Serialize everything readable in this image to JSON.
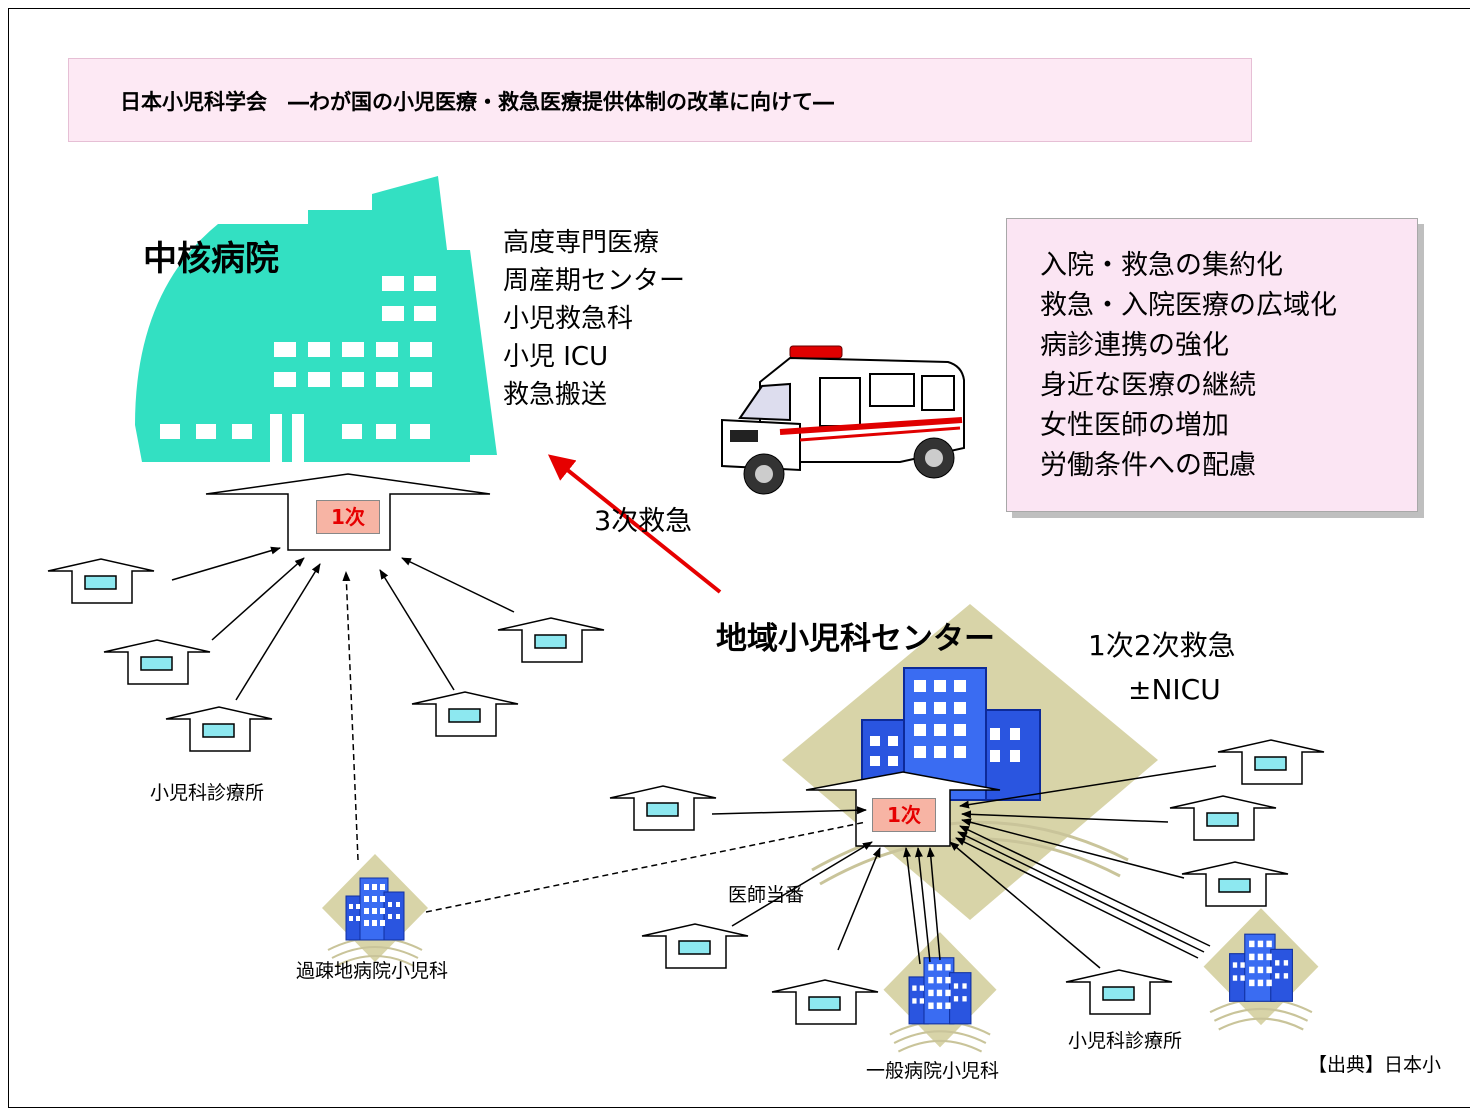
{
  "title": "日本小児科学会　―わが国の小児医療・救急医療提供体制の改革に向けて―",
  "hub_hospital": {
    "name": "中核病院",
    "services": [
      "高度専門医療",
      "周産期センター",
      "小児救急科",
      "小児 ICU",
      "救急搬送"
    ],
    "primary_badge": "1次"
  },
  "policy_box": {
    "items": [
      "入院・救急の集約化",
      "救急・入院医療の広域化",
      "病診連携の強化",
      "身近な医療の継続",
      "女性医師の増加",
      "労働条件への配慮"
    ]
  },
  "tertiary_label": "3次救急",
  "regional_center": {
    "name": "地域小児科センター",
    "services": [
      "1次2次救急",
      "±NICU"
    ],
    "primary_badge": "1次"
  },
  "labels": {
    "clinic_left": "小児科診療所",
    "rural_hospital": "過疎地病院小児科",
    "doctor_duty": "医師当番",
    "clinic_right": "小児科診療所",
    "general_hospital": "一般病院小児科",
    "source": "【出典】日本小"
  },
  "colors": {
    "hub_building": "#33e0c2",
    "building_blue": "#2a55e0",
    "building_backdrop": "#d8d4a8",
    "title_bg": "#fde9f4",
    "policy_bg": "#fbe5f3",
    "badge_bg": "#f7b4a4",
    "badge_text": "#e60000",
    "tertiary_arrow": "#e60000"
  }
}
